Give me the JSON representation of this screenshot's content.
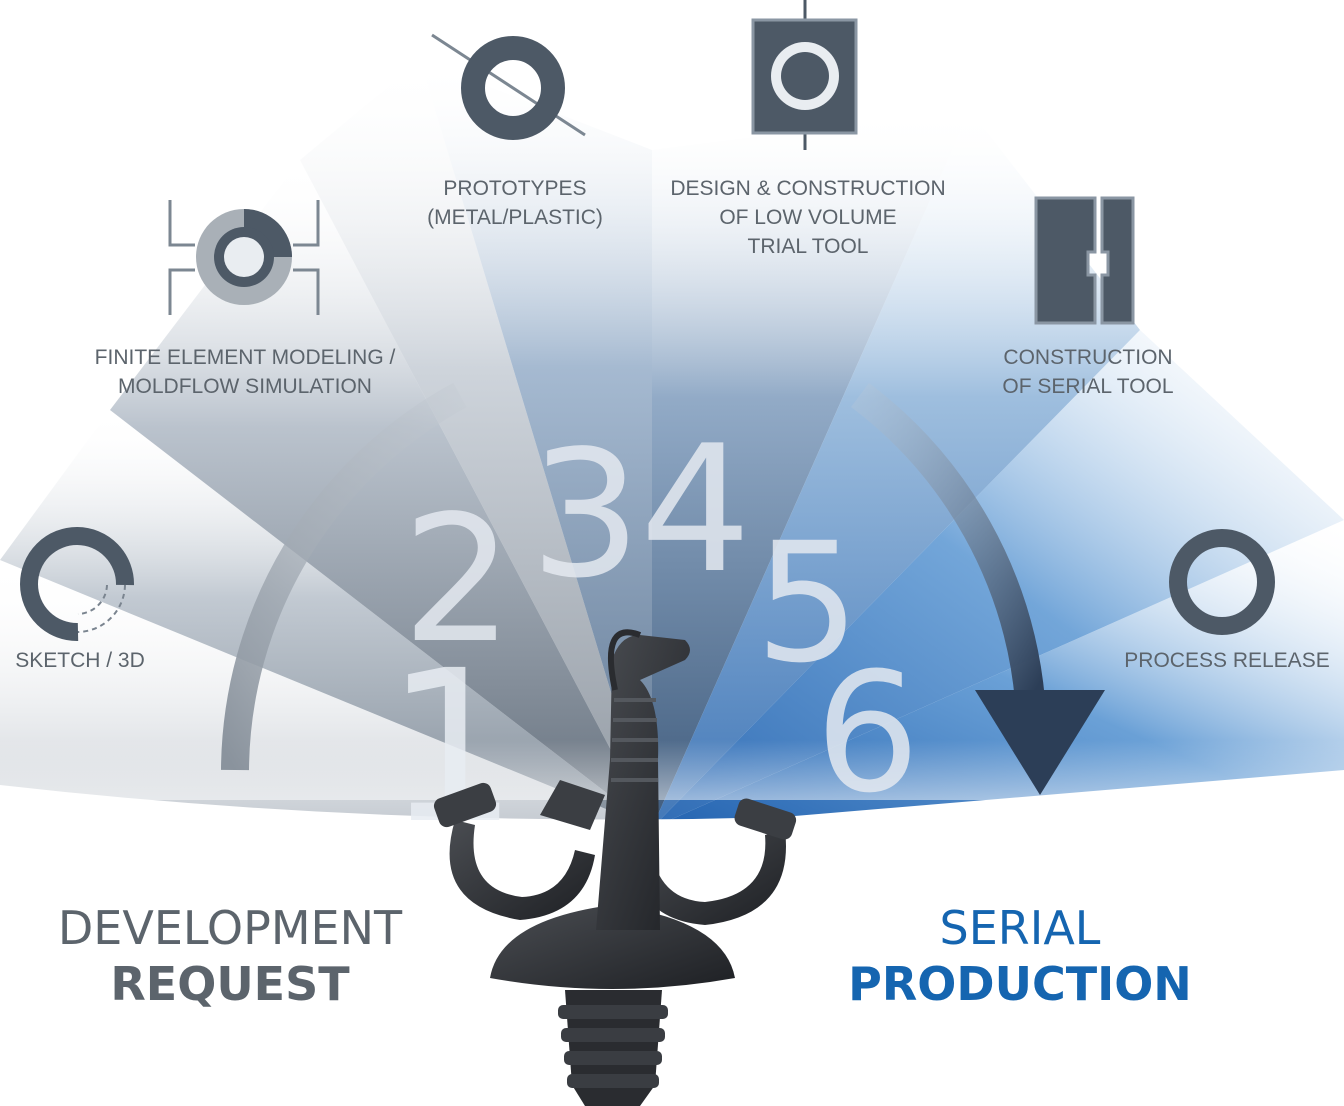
{
  "steps": [
    {
      "number": "1",
      "label": "SKETCH / 3D",
      "icon": "sketch-circle-icon"
    },
    {
      "number": "2",
      "label": "FINITE ELEMENT MODELING /\nMOLDFLOW SIMULATION",
      "icon": "moldflow-ring-icon"
    },
    {
      "number": "3",
      "label": "PROTOTYPES\n(METAL/PLASTIC)",
      "icon": "prototype-ring-icon"
    },
    {
      "number": "4",
      "label": "DESIGN & CONSTRUCTION\nOF LOW VOLUME\nTRIAL TOOL",
      "icon": "trial-tool-icon"
    },
    {
      "number": "5",
      "label": "CONSTRUCTION\nOF SERIAL TOOL",
      "icon": "serial-tool-icon"
    },
    {
      "number": "6",
      "label": "PROCESS RELEASE",
      "icon": "release-ring-icon"
    }
  ],
  "start": {
    "line1": "DEVELOPMENT",
    "line2": "REQUEST"
  },
  "end": {
    "line1": "SERIAL",
    "line2": "PRODUCTION"
  },
  "colors": {
    "icon": "#4d5966",
    "text": "#5c646c",
    "accent": "#1565b0",
    "deep_blue": "#0a4ea6",
    "arrow_dark": "#2c3e57"
  }
}
